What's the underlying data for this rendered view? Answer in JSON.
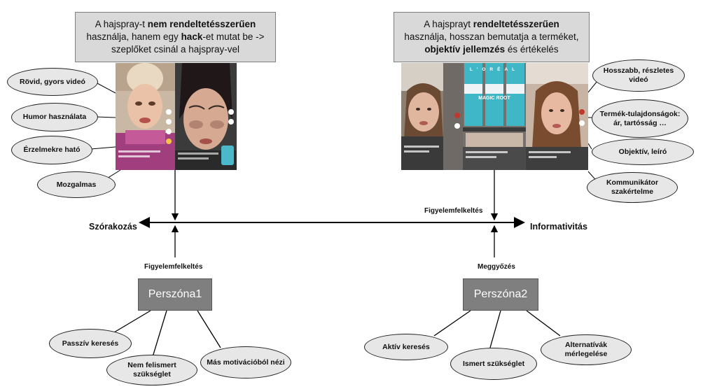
{
  "left_box": {
    "part1": "A hajspray-t ",
    "bold1": "nem rendeltetésszerűen",
    "part2": " használja, hanem egy ",
    "bold2": "hack",
    "part3": "-et mutat be -> szeplőket csinál a hajspray-vel"
  },
  "right_box": {
    "part1": "A hajsprayt ",
    "bold1": "rendeltetésszerűen",
    "part2": " használja, hosszan bemutatja a terméket, ",
    "bold2": "objektív jellemzés",
    "part3": " és értékelés"
  },
  "left_ovals": [
    "Rövid, gyors videó",
    "Humor használata",
    "Érzelmekre ható",
    "Mozgalmas"
  ],
  "right_ovals": [
    "Hosszabb, részletes videó",
    "Termék-tulajdonságok: ár, tartósság …",
    "Objektív, leíró",
    "Kommunikátor szakértelme"
  ],
  "axis": {
    "left_label": "Szórakozás",
    "right_label": "Informativitás",
    "right_attention": "Figyelemfelkeltés"
  },
  "persona1": {
    "label": "Perszóna1",
    "link": "Figyelemfelkeltés",
    "ovals": [
      "Passzív keresés",
      "Nem felismert szükséglet",
      "Más motivációból nézi"
    ]
  },
  "persona2": {
    "label": "Perszóna2",
    "link": "Meggyőzés",
    "ovals": [
      "Aktív keresés",
      "Ismert szükséglet",
      "Alternatívák mérlegelése"
    ]
  },
  "product_brand": "L'ORÉAL",
  "product_name": "MAGIC ROOT",
  "colors": {
    "box_fill": "#d9d9d9",
    "persona_fill": "#7f7f7f",
    "oval_fill": "#e7e7e7"
  }
}
